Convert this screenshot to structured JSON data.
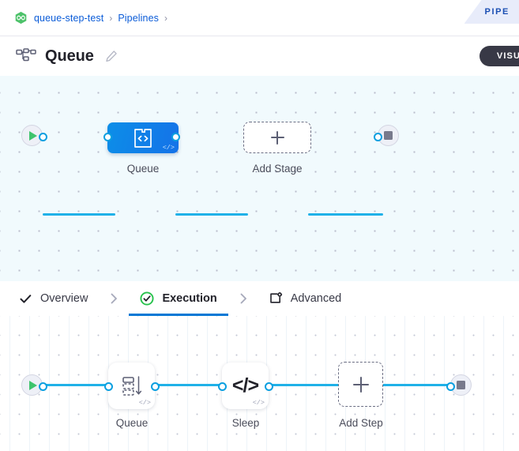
{
  "breadcrumb": {
    "logo_icon": "harness-hexagon-icon",
    "items": [
      {
        "label": "queue-step-test",
        "sep": "›"
      },
      {
        "label": "Pipelines",
        "sep": "›"
      }
    ]
  },
  "pipelines_tab": {
    "label": "PIPE",
    "full_label": "PIPELINES"
  },
  "header": {
    "icon": "pipeline-graph-icon",
    "title": "Queue",
    "edit_icon": "pencil-edit-icon",
    "visual_button": "VISU"
  },
  "tabs": [
    {
      "label": "Overview",
      "icon": "check-icon",
      "active": false
    },
    {
      "label": "Execution",
      "icon": "check-circle-green-icon",
      "active": true
    },
    {
      "label": "Advanced",
      "icon": "advanced-card-gear-icon",
      "active": false
    }
  ],
  "tab_separator": "›",
  "stage_canvas": {
    "start_node": "play-start-icon",
    "end_node": "stop-end-icon",
    "stage": {
      "label": "Queue",
      "icon": "code-file-icon",
      "badge": "</>"
    },
    "add_stage": {
      "label": "Add Stage",
      "icon": "plus-icon"
    }
  },
  "step_canvas": {
    "start_node": "play-start-icon",
    "end_node": "stop-end-icon",
    "steps": [
      {
        "label": "Queue",
        "icon": "queue-stack-icon",
        "badge": "</>"
      },
      {
        "label": "Sleep",
        "icon": "code-slash-icon",
        "badge": "</>"
      }
    ],
    "add_step": {
      "label": "Add Step",
      "icon": "plus-icon"
    }
  },
  "colors": {
    "accent_blue": "#0278d5",
    "edge_blue": "#20b1e8",
    "stage_blue": "#1079e8",
    "link_blue": "#0b5cd8",
    "success_green": "#3ec46d",
    "dark_button": "#383946",
    "canvas_top_bg": "#f1fafd"
  }
}
